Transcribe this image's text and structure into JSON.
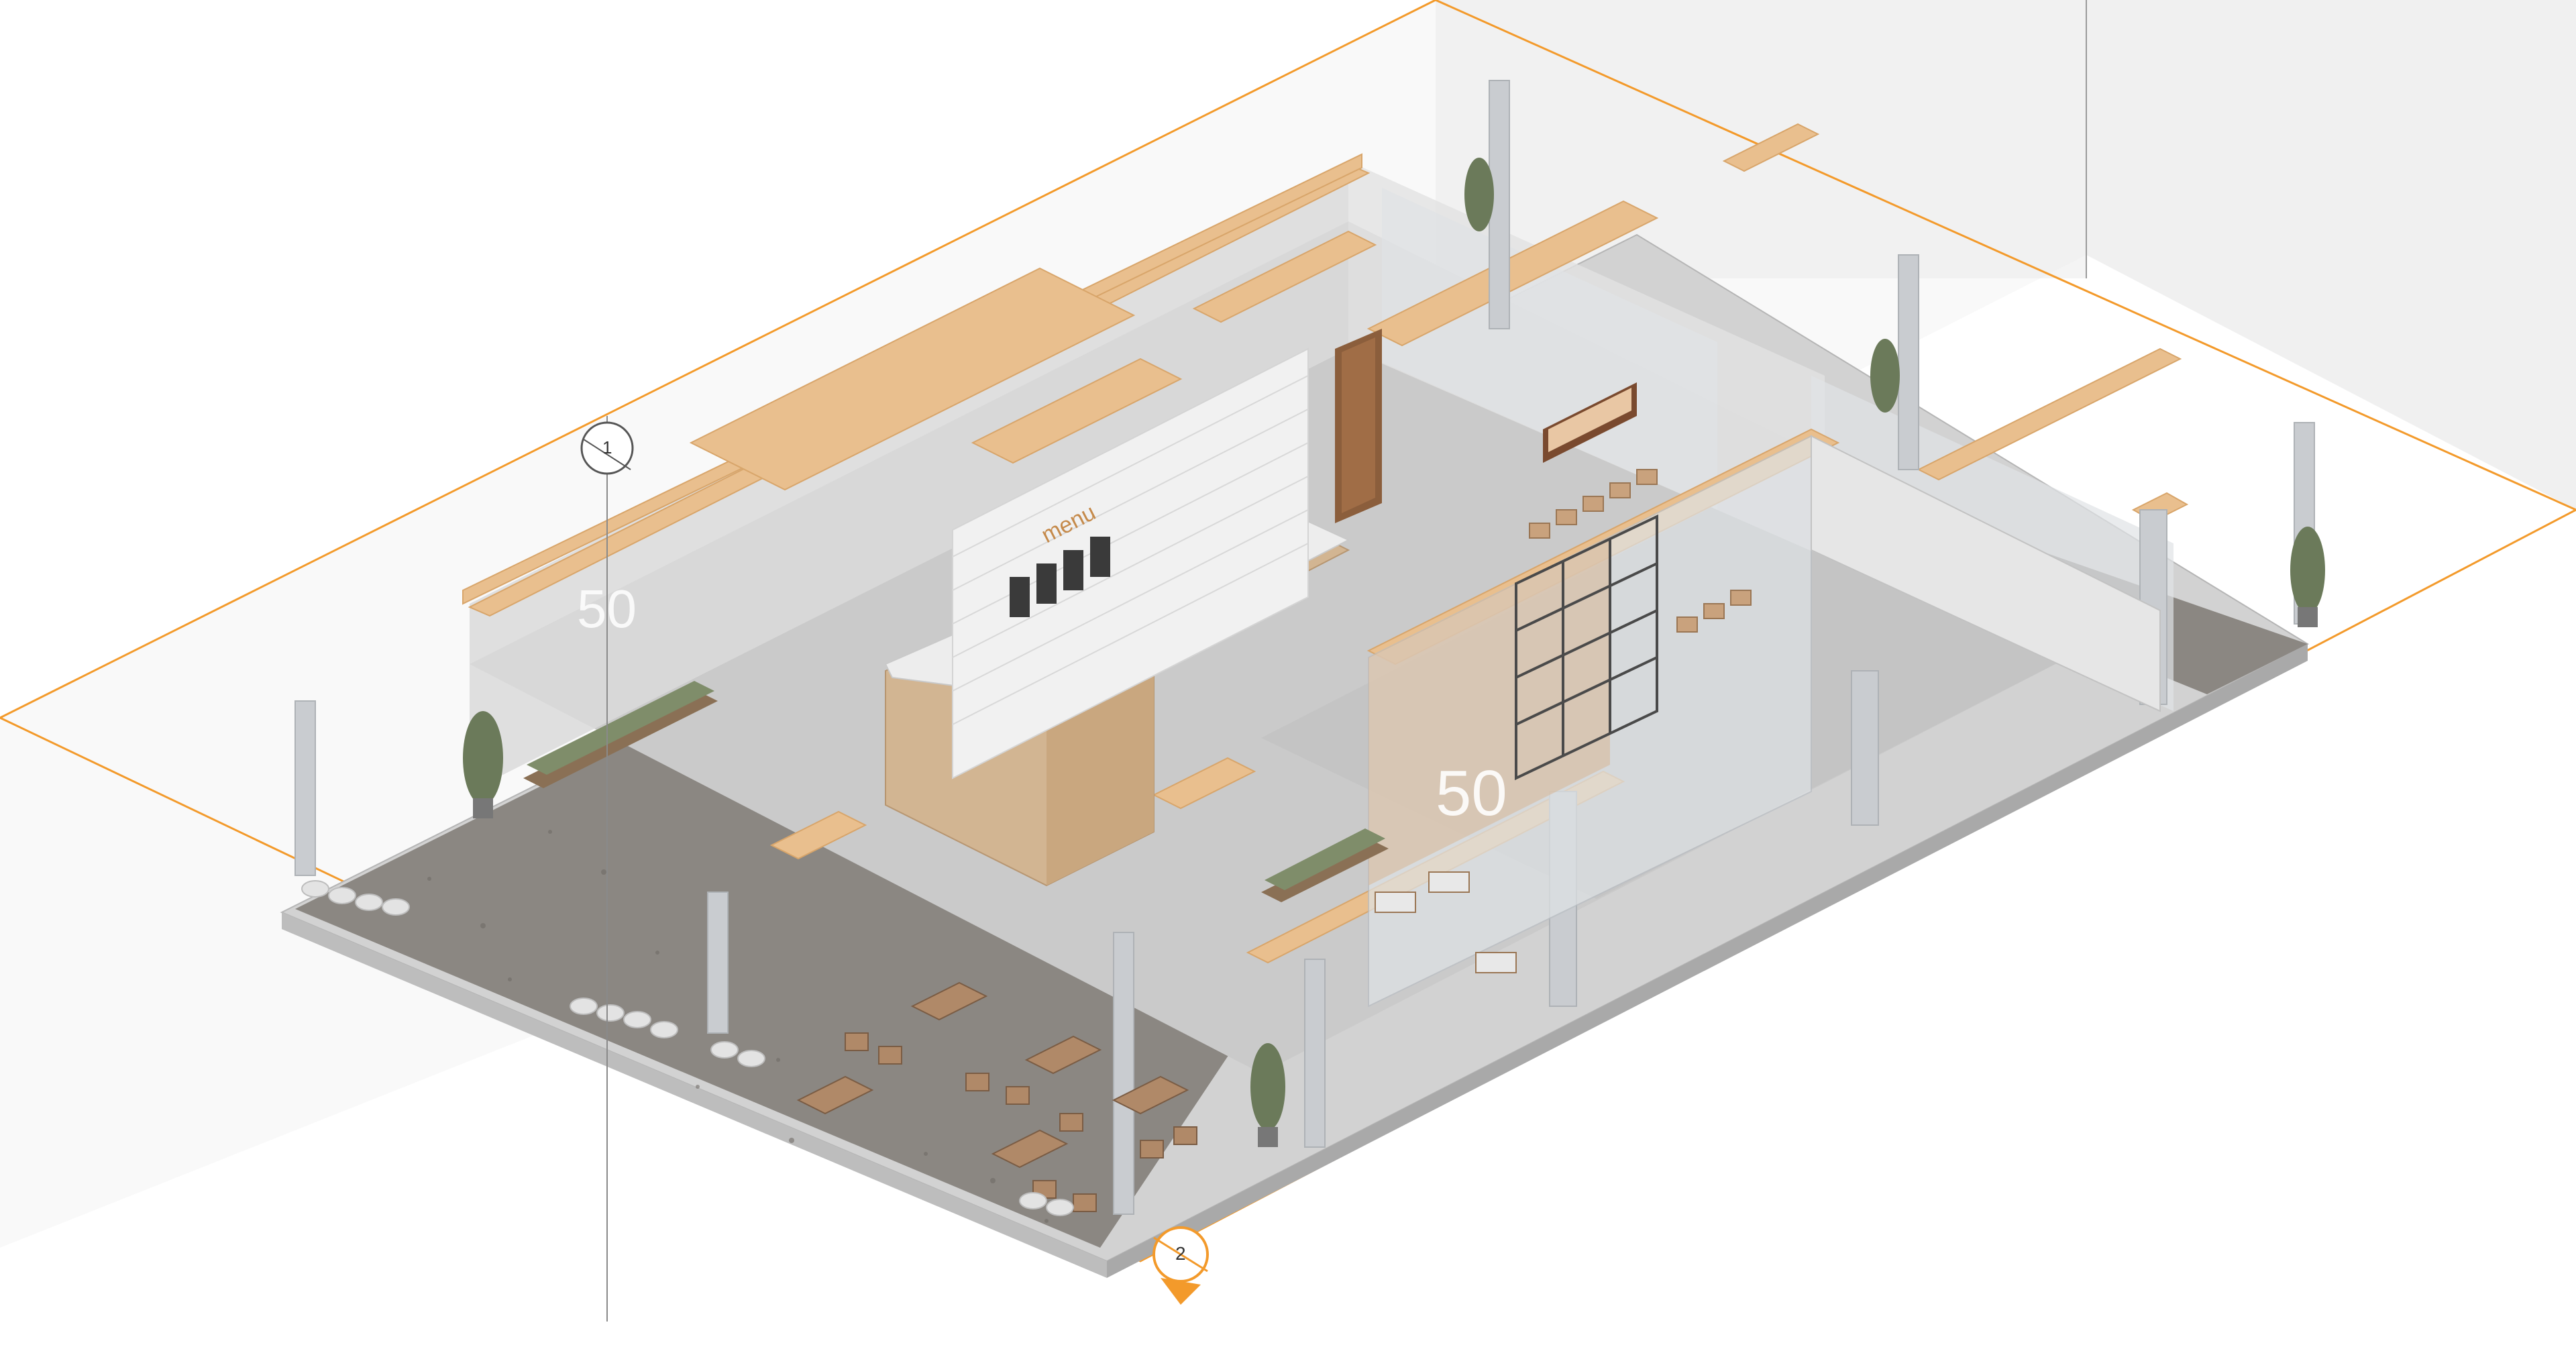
{
  "view": {
    "accent_color": "#f39a2b",
    "wall_cap_color": "#e9bf8e",
    "floor_color": "#cfcfcf",
    "paving_color": "#8a8580",
    "glass_color": "#dfe3e6"
  },
  "markers": {
    "gridline_1": "1",
    "gridline_2": "2"
  },
  "signage": {
    "logo_mark": "50",
    "menu_board": "menu"
  }
}
